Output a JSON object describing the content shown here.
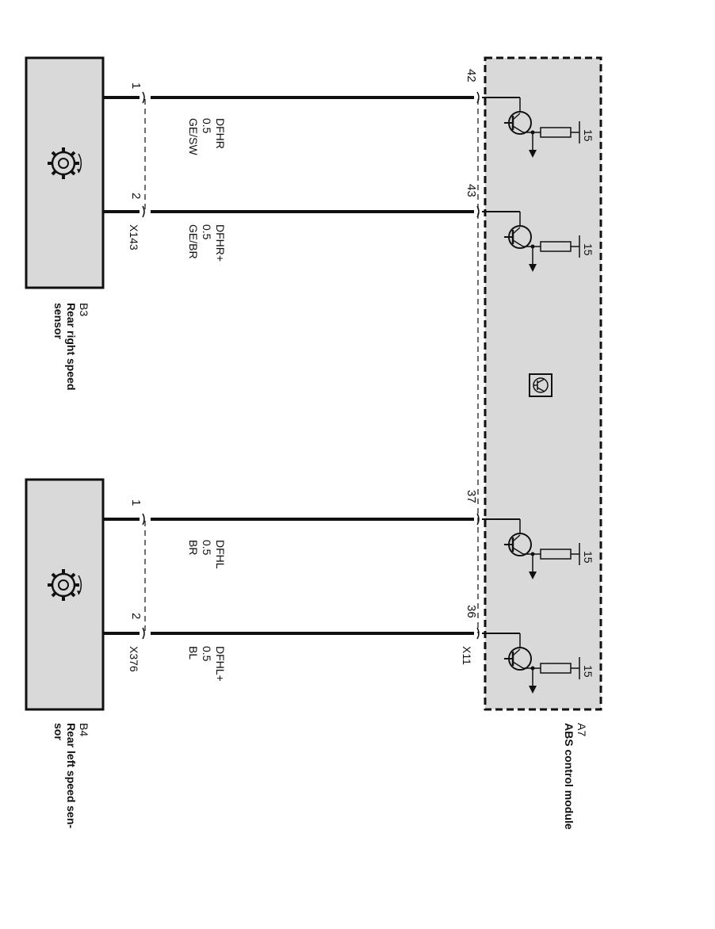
{
  "colors": {
    "background": "#ffffff",
    "box_fill": "#d9d9d9",
    "line": "#111111"
  },
  "components": {
    "b3": {
      "id": "B3",
      "name_line1": "Rear right speed",
      "name_line2": "sensor",
      "connector": "X143",
      "icon": "gear-icon"
    },
    "b4": {
      "id": "B4",
      "name_line1": "Rear left speed sen-",
      "name_line2": "sor",
      "connector": "X376",
      "icon": "gear-icon"
    },
    "a7": {
      "id": "A7",
      "name": "ABS control module",
      "connector": "X11",
      "icon": "transistor-symbol-icon"
    }
  },
  "wires": [
    {
      "sensor_pin": "1",
      "module_pin": "42",
      "signal": "DFHR",
      "gauge": "0.5",
      "color": "GE/SW",
      "supply": "15"
    },
    {
      "sensor_pin": "2",
      "module_pin": "43",
      "signal": "DFHR+",
      "gauge": "0.5",
      "color": "GE/BR",
      "supply": "15"
    },
    {
      "sensor_pin": "1",
      "module_pin": "37",
      "signal": "DFHL",
      "gauge": "0.5",
      "color": "BR",
      "supply": "15"
    },
    {
      "sensor_pin": "2",
      "module_pin": "36",
      "signal": "DFHL+",
      "gauge": "0.5",
      "color": "BL",
      "supply": "15"
    }
  ]
}
